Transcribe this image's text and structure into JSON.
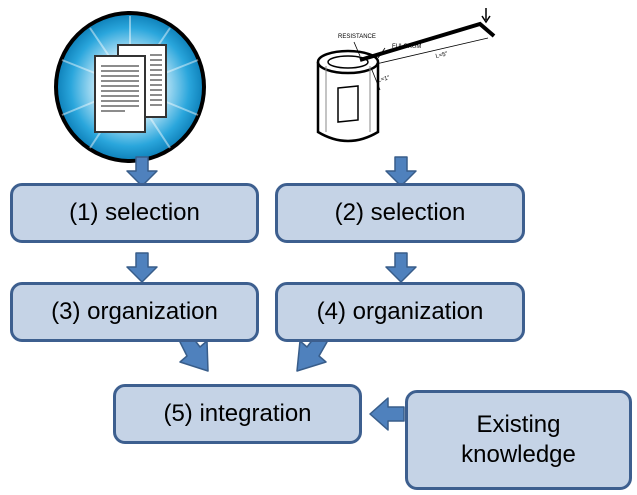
{
  "diagram": {
    "boxes": {
      "selection_1": "(1) selection",
      "selection_2": "(2) selection",
      "organization_3": "(3) organization",
      "organization_4": "(4) organization",
      "integration_5": "(5) integration",
      "existing_knowledge_line1": "Existing",
      "existing_knowledge_line2": "knowledge"
    },
    "illustration_labels": {
      "resistance": "RESISTANCE",
      "fulcrum": "FULCRUM",
      "length": "L=5\"",
      "short_length": "L=1\""
    },
    "icons": {
      "left": "document-pages-icon",
      "right": "lever-on-can-icon"
    },
    "colors": {
      "box_fill": "#c5d3e6",
      "box_border": "#3d5f8f",
      "arrow_fill": "#4f81bd",
      "arrow_stroke": "#385d8a",
      "circle_bg": "#1e9ad6"
    }
  }
}
